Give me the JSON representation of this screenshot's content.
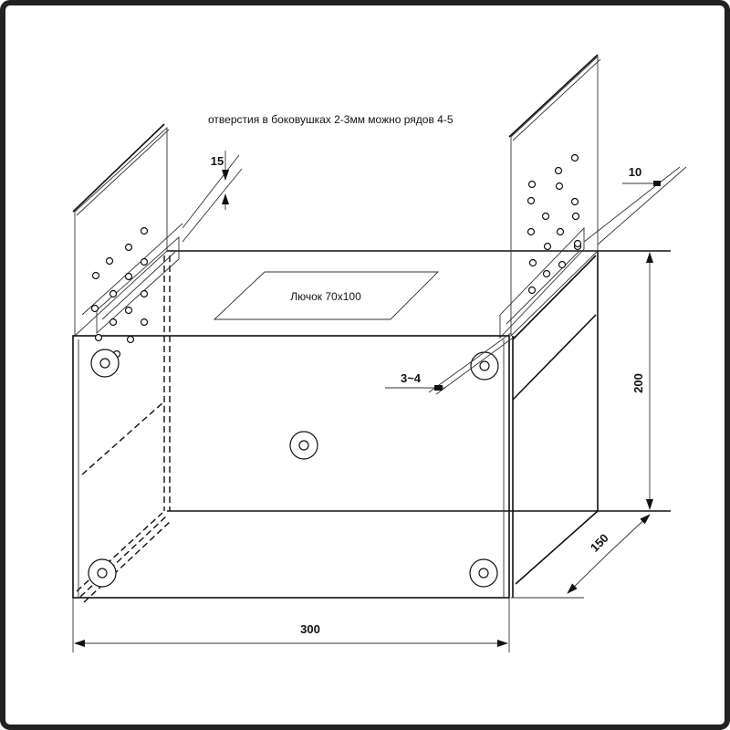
{
  "note": "отверстия в боковушках 2-3мм можно рядов 4-5",
  "hatch_label": "Лючок 70х100",
  "dimensions": {
    "width": "300",
    "height": "200",
    "depth": "150",
    "flap_offset": "15",
    "flange": "10",
    "gap": "3~4"
  }
}
